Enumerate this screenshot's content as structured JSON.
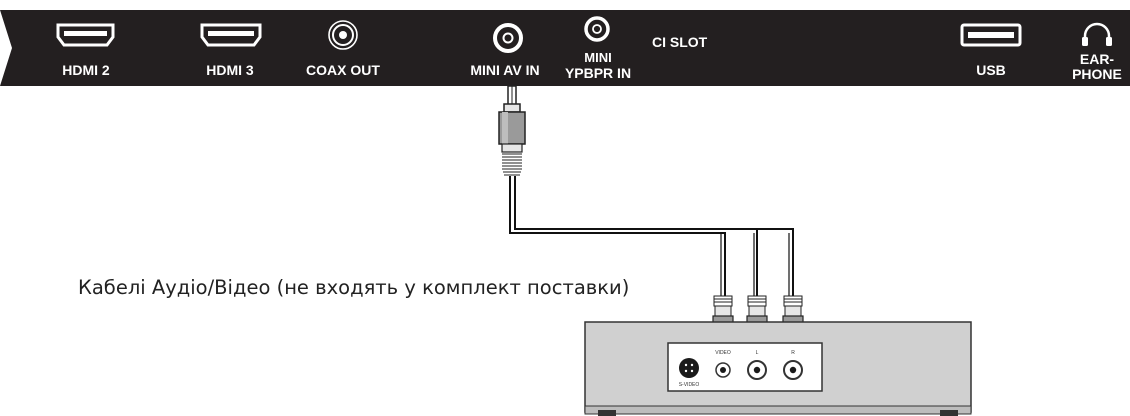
{
  "panel": {
    "ports": [
      {
        "id": "hdmi2",
        "label": "HDMI 2",
        "icon": "hdmi-port-icon"
      },
      {
        "id": "hdmi3",
        "label": "HDMI 3",
        "icon": "hdmi-port-icon"
      },
      {
        "id": "coax",
        "label": "COAX OUT",
        "icon": "coax-port-icon"
      },
      {
        "id": "miniav",
        "label": "MINI AV IN",
        "icon": "mini-av-jack-icon"
      },
      {
        "id": "miniypbpr",
        "label_line1": "MINI",
        "label_line2": "YPBPR IN",
        "icon": "mini-ypbpr-jack-icon"
      },
      {
        "id": "cislot",
        "label": "CI SLOT"
      },
      {
        "id": "usb",
        "label": "USB",
        "icon": "usb-port-icon"
      },
      {
        "id": "earphone",
        "label_line1": "EAR-",
        "label_line2": "PHONE",
        "icon": "headphone-icon"
      }
    ]
  },
  "caption": "Кабелі Аудіо/Відео (не входять у комплект поставки)",
  "device": {
    "jacks": [
      {
        "label": "S-VIDEO",
        "icon": "s-video-jack-icon"
      },
      {
        "label": "VIDEO",
        "icon": "video-jack-icon"
      },
      {
        "label": "L",
        "icon": "audio-left-jack-icon"
      },
      {
        "label": "R",
        "icon": "audio-right-jack-icon"
      }
    ]
  },
  "colors": {
    "panel": "#231f20",
    "panel_text": "#ffffff",
    "device_body": "#d0d0d0",
    "cable": "#111111"
  }
}
